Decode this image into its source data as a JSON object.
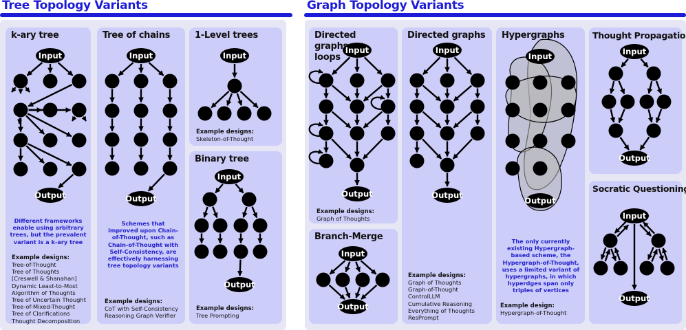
{
  "sections": {
    "tree": "Tree Topology Variants",
    "graph": "Graph Topology Variants"
  },
  "labels": {
    "input": "Input",
    "output": "Output"
  },
  "panels": {
    "kary": {
      "title": "k-ary tree",
      "note": "Different frameworks enable using arbitrary trees, but the prevalent variant is a k-ary tree",
      "ex_heading": "Example designs:",
      "examples": [
        "Tree-of-Thought",
        "Tree of Thoughts",
        "[Creswell & Shanahan]",
        "Dynamic Least-to-Most",
        "Algorithm of Thoughts",
        "Tree of Uncertain Thought",
        "Tree-of-Mixed-Thought",
        "Tree of Clarifications",
        "Thought Decomposition"
      ]
    },
    "chains": {
      "title": "Tree of chains",
      "note": "Schemes that improved upon Chain-of-Thought, such as Chain-of-Thought with Self-Consistency, are effectively harnessing tree topology variants",
      "ex_heading": "Example designs:",
      "examples": [
        "CoT with Self-Consistency",
        "Reasoning Graph Verifier"
      ]
    },
    "onelevel": {
      "title": "1-Level trees",
      "ex_heading": "Example designs:",
      "examples": [
        "Skeleton-of-Thought"
      ]
    },
    "binary": {
      "title": "Binary tree",
      "ex_heading": "Example designs:",
      "examples": [
        "Tree Prompting"
      ]
    },
    "dgloops": {
      "title": "Directed graphs + loops",
      "ex_heading": "Example designs:",
      "examples": [
        "Graph of Thoughts"
      ]
    },
    "branch": {
      "title": "Branch-Merge"
    },
    "dg": {
      "title": "Directed graphs",
      "ex_heading": "Example designs:",
      "examples": [
        "Graph of Thoughts",
        "Graph-of-Thought",
        "ControlLLM",
        "Cumulative Reasoning",
        "Everything of Thoughts",
        "ResPrompt"
      ]
    },
    "hyper": {
      "title": "Hypergraphs",
      "note": "The only currently existing Hypergraph-based scheme, the Hypergraph-of-Thought, uses a limited variant of hypergraphs, in which hyperdges span only triples of vertices",
      "ex_heading": "Example design:",
      "examples": [
        "Hypergraph-of-Thought"
      ]
    },
    "thought": {
      "title": "Thought Propagation"
    },
    "socratic": {
      "title": "Socratic Questioning"
    }
  },
  "colors": {
    "accent": "#1c1cd8",
    "panel": "#cdcdf9",
    "outer": "#e6e6f5",
    "node": "#000000"
  }
}
